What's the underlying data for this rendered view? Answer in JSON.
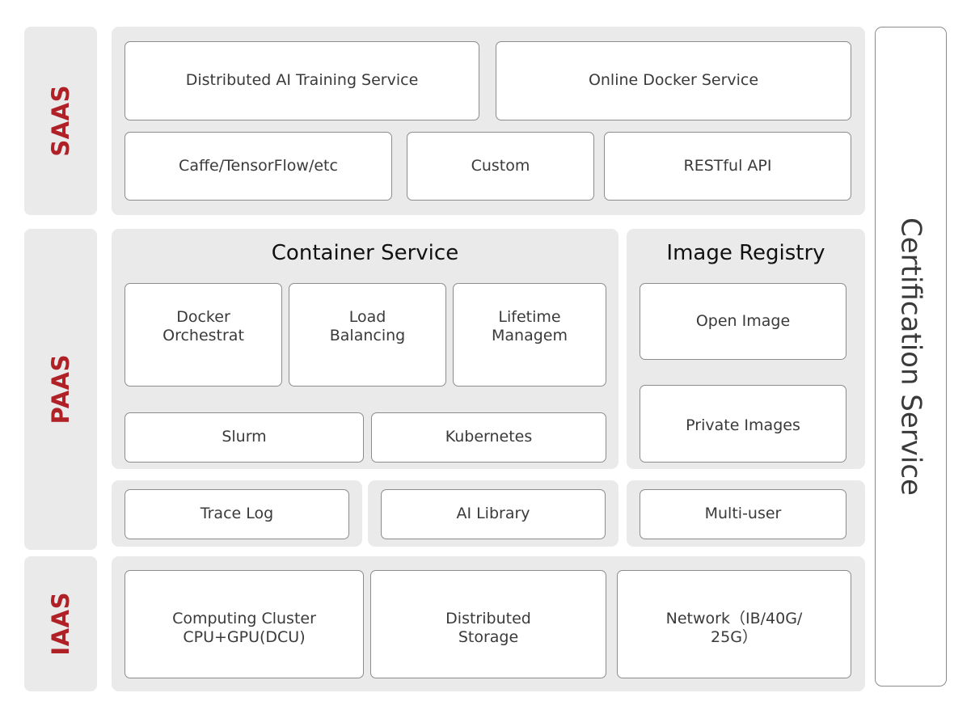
{
  "colors": {
    "accent_red": "#b02027",
    "panel_grey": "#eaeaea",
    "box_border": "#8c8c8c",
    "text": "#3a3a3a",
    "heading": "#111111",
    "background": "#ffffff"
  },
  "tiers": [
    {
      "id": "saas",
      "label": "SAAS"
    },
    {
      "id": "paas",
      "label": "PAAS"
    },
    {
      "id": "iaas",
      "label": "IAAS"
    }
  ],
  "saas": {
    "row1": [
      {
        "label": "Distributed AI Training Service"
      },
      {
        "label": "Online Docker Service"
      }
    ],
    "row2": [
      {
        "label": "Caffe/TensorFlow/etc"
      },
      {
        "label": "Custom"
      },
      {
        "label": "RESTful API"
      }
    ]
  },
  "paas": {
    "container_service": {
      "heading": "Container Service",
      "row1": [
        {
          "line1": "Docker",
          "line2": "Orchestrat"
        },
        {
          "line1": "Load",
          "line2": "Balancing"
        },
        {
          "line1": "Lifetime",
          "line2": "Managem"
        }
      ],
      "row2": [
        {
          "label": "Slurm"
        },
        {
          "label": "Kubernetes"
        }
      ]
    },
    "image_registry": {
      "heading": "Image Registry",
      "items": [
        {
          "label": "Open Image"
        },
        {
          "label": "Private Images"
        }
      ]
    },
    "support_row": [
      {
        "label": "Trace Log"
      },
      {
        "label": "AI Library"
      },
      {
        "label": "Multi-user"
      }
    ]
  },
  "iaas": {
    "items": [
      {
        "line1": "Computing Cluster",
        "line2": "CPU+GPU(DCU)"
      },
      {
        "line1": "Distributed",
        "line2": "Storage"
      },
      {
        "line1": "Network（IB/40G/",
        "line2": "25G）"
      }
    ]
  },
  "certification": {
    "label": "Certification Service"
  }
}
